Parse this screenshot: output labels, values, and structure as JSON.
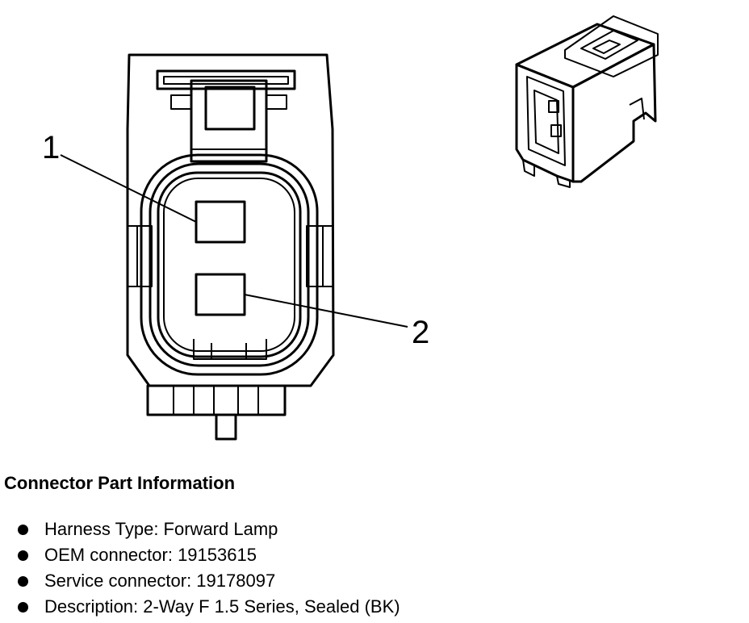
{
  "diagram": {
    "pins": [
      {
        "label": "1"
      },
      {
        "label": "2"
      }
    ]
  },
  "info": {
    "heading": "Connector Part Information",
    "items": [
      "Harness Type: Forward Lamp",
      "OEM connector: 19153615",
      "Service connector: 19178097",
      "Description: 2-Way F 1.5 Series, Sealed (BK)"
    ]
  }
}
